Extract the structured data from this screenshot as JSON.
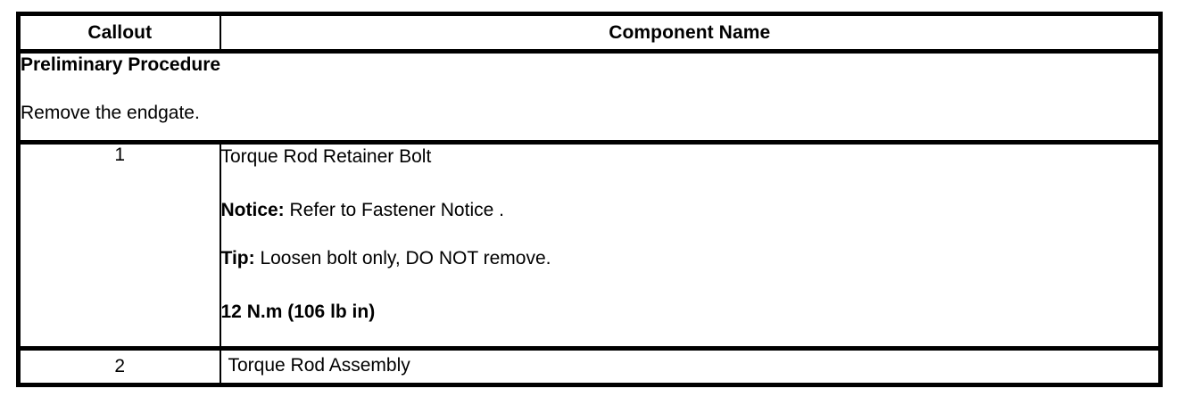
{
  "table": {
    "columns": [
      {
        "key": "callout",
        "label": "Callout",
        "align": "center"
      },
      {
        "key": "component",
        "label": "Component Name",
        "align": "center"
      }
    ],
    "preliminary": {
      "title": "Preliminary Procedure",
      "body": "Remove the endgate."
    },
    "rows": [
      {
        "callout": "1",
        "lines": [
          {
            "lead": "",
            "text": "Torque Rod Retainer Bolt",
            "bold_all": false
          },
          {
            "lead": "Notice:",
            "text": " Refer to Fastener Notice .",
            "bold_all": false
          },
          {
            "lead": "Tip:",
            "text": " Loosen bolt only, DO NOT remove.",
            "bold_all": false
          },
          {
            "lead": "",
            "text": "12 N.m (106 lb in)",
            "bold_all": true
          }
        ]
      },
      {
        "callout": "2",
        "lines": [
          {
            "lead": "",
            "text": "Torque Rod Assembly",
            "bold_all": false
          }
        ]
      }
    ]
  },
  "colors": {
    "border": "#000000",
    "text": "#000000",
    "background": "#ffffff"
  }
}
